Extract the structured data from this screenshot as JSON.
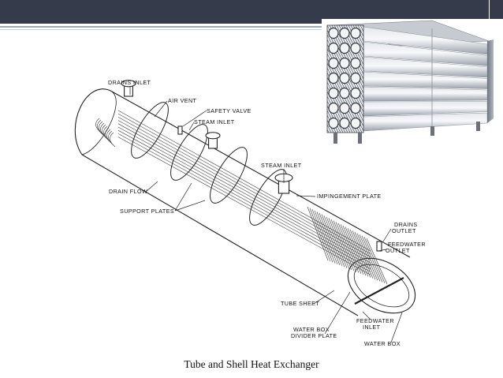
{
  "caption": "Tube and Shell Heat Exchanger",
  "labels": {
    "drains_inlet": "DRAINS INLET",
    "air_vent": "AIR VENT",
    "safety_valve": "SAFETY VALVE",
    "steam_inlet_1": "STEAM INLET",
    "steam_inlet_2": "STEAM INLET",
    "drain_flow": "DRAIN FLOW",
    "impingement_plate": "IMPINGEMENT PLATE",
    "support_plates": "SUPPORT PLATES",
    "drains_outlet_1": "DRAINS",
    "drains_outlet_2": "OUTLET",
    "feedwater_outlet_1": "FEEDWATER",
    "feedwater_outlet_2": "OUTLET",
    "tube_sheet": "TUBE SHEET",
    "water_box_divider_1": "WATER BOX",
    "water_box_divider_2": "DIVIDER PLATE",
    "feedwater_inlet_1": "FEEDWATER",
    "feedwater_inlet_2": "INLET",
    "water_box": "WATER BOX"
  },
  "colors": {
    "header_bar": "#353b4a",
    "rule": "#9ba7c0"
  }
}
